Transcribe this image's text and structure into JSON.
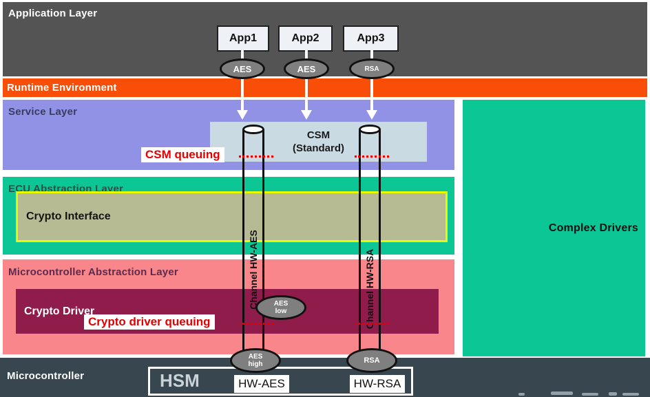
{
  "layers": {
    "application": "Application Layer",
    "runtime": "Runtime Environment",
    "service": "Service Layer",
    "ecu": "ECU Abstraction Layer",
    "mcal": "Microcontroller Abstraction Layer",
    "microcontroller": "Microcontroller",
    "complex_drivers": "Complex Drivers"
  },
  "apps": [
    {
      "label": "App1",
      "crypto": "AES"
    },
    {
      "label": "App2",
      "crypto": "AES"
    },
    {
      "label": "App3",
      "crypto": "RSA"
    }
  ],
  "csm": {
    "title": "CSM",
    "subtitle": "(Standard)"
  },
  "boxes": {
    "crypto_interface": "Crypto Interface",
    "crypto_driver": "Crypto Driver"
  },
  "annotations": {
    "csm_queuing": "CSM queuing",
    "crypto_driver_queuing": "Crypto driver queuing"
  },
  "channels": [
    {
      "label": "Channel HW-AES"
    },
    {
      "label": "Channel HW-RSA"
    }
  ],
  "queues": {
    "aes_low": {
      "line1": "AES",
      "line2": "low"
    },
    "aes_high": {
      "line1": "AES",
      "line2": "high"
    },
    "rsa": {
      "label": "RSA"
    }
  },
  "hsm": {
    "label": "HSM",
    "modules": [
      {
        "label": "HW-AES"
      },
      {
        "label": "HW-RSA"
      }
    ]
  },
  "colors": {
    "application_layer": "#545454",
    "runtime_environment": "#f84e07",
    "service_layer": "#9191e6",
    "csm_box": "#c9dae3",
    "ecu_layer": "#0cc795",
    "crypto_interface_fill": "#b6bb93",
    "crypto_interface_border": "#e8fb00",
    "mcal_layer": "#f8868a",
    "crypto_driver_fill": "#901c4c",
    "microcontroller_layer": "#38474f",
    "complex_drivers": "#0cc795",
    "queue_ellipse": "#7f7f7f",
    "annotation_red": "#e60000"
  }
}
